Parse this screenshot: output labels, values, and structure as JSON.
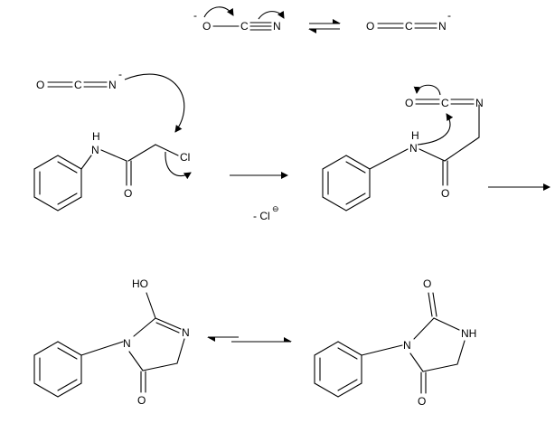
{
  "eq1": {
    "o_minus": "-",
    "o": "O",
    "c": "C",
    "n": "N",
    "right_o": "O",
    "right_c": "C",
    "right_n": "N",
    "right_minus": "-"
  },
  "isocyanate1": {
    "o": "O",
    "c": "C",
    "n": "N",
    "minus": "-"
  },
  "reactant": {
    "nh_h": "H",
    "nh_n": "N",
    "cl": "Cl",
    "o": "O"
  },
  "byproduct": {
    "text": "- Cl",
    "charge": "⊖"
  },
  "intermediate": {
    "o": "O",
    "c": "C",
    "n": "N",
    "nh_h": "H",
    "nh_n": "N",
    "carbonyl_o": "O"
  },
  "product1": {
    "ho": "HO",
    "n_ring": "N",
    "n_right": "N",
    "o": "O"
  },
  "product2": {
    "o_top": "O",
    "nh": "NH",
    "n": "N",
    "o_bottom": "O"
  }
}
